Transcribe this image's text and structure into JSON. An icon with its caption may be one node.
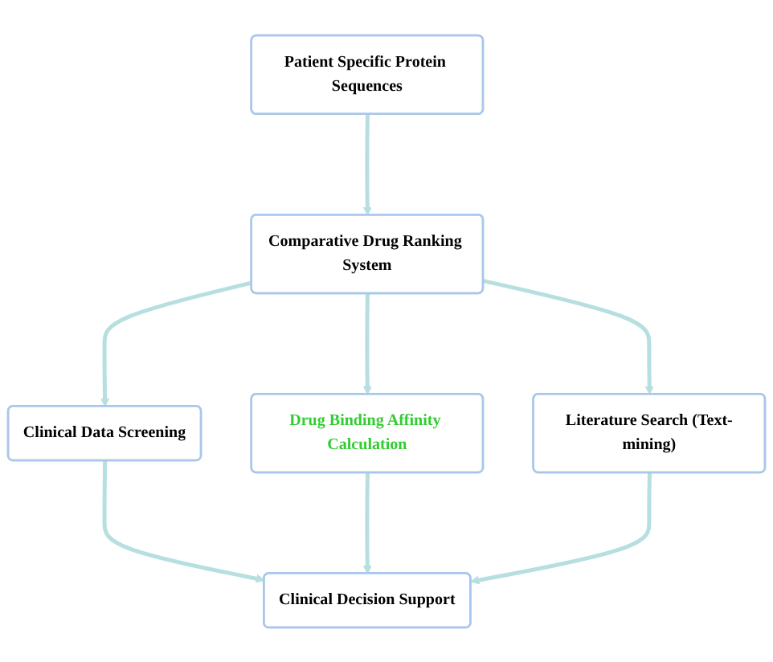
{
  "diagram": {
    "nodes": [
      {
        "text": [
          "Patient Specific Protein Sequences"
        ]
      },
      {
        "text": [
          "Comparative Drug Ranking System"
        ]
      },
      {
        "text": [
          "Clinical Data Screening"
        ]
      },
      {
        "text": [
          "Drug Binding Affinity Calculation"
        ]
      },
      {
        "text": [
          "Literature Search (Text-mining)"
        ]
      },
      {
        "text": [
          "Clinical Decision Support"
        ]
      }
    ],
    "edges": [
      {
        "from": 0,
        "to": 1,
        "arrow": "to"
      },
      {
        "from": 1,
        "to": 2,
        "arrow": "to"
      },
      {
        "from": 1,
        "to": 3,
        "arrow": "to"
      },
      {
        "from": 1,
        "to": 4,
        "arrow": "to"
      },
      {
        "from": 2,
        "to": 5,
        "arrow": "to"
      },
      {
        "from": 3,
        "to": 5,
        "arrow": "to"
      },
      {
        "from": 4,
        "to": 5,
        "arrow": "to"
      }
    ]
  }
}
